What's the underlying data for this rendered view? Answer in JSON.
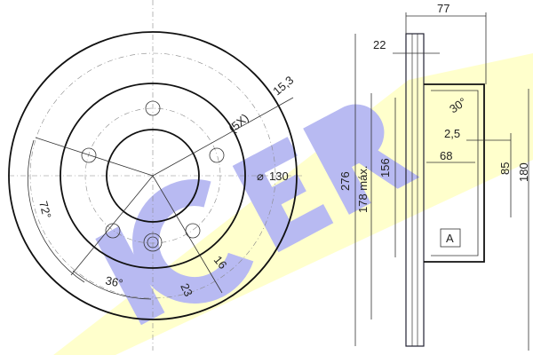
{
  "watermark": {
    "logo_text": "ICER",
    "colors": {
      "band": "#ffffcc",
      "letters": "#b8baf2"
    }
  },
  "front_view": {
    "holes_label": "(5X)",
    "hole_diameter": "15,3",
    "bolt_circle": "130",
    "angle_72": "72°",
    "angle_36": "36°",
    "small_hole_inner": "16",
    "small_hole_outer": "23"
  },
  "side_view": {
    "overall_height": "77",
    "thickness": "22",
    "angle": "30°",
    "offset": "2,5",
    "depth": "68",
    "d276": "276",
    "d178": "178 máx.",
    "d156": "156",
    "d85": "85",
    "d180": "180",
    "datum": "A"
  }
}
